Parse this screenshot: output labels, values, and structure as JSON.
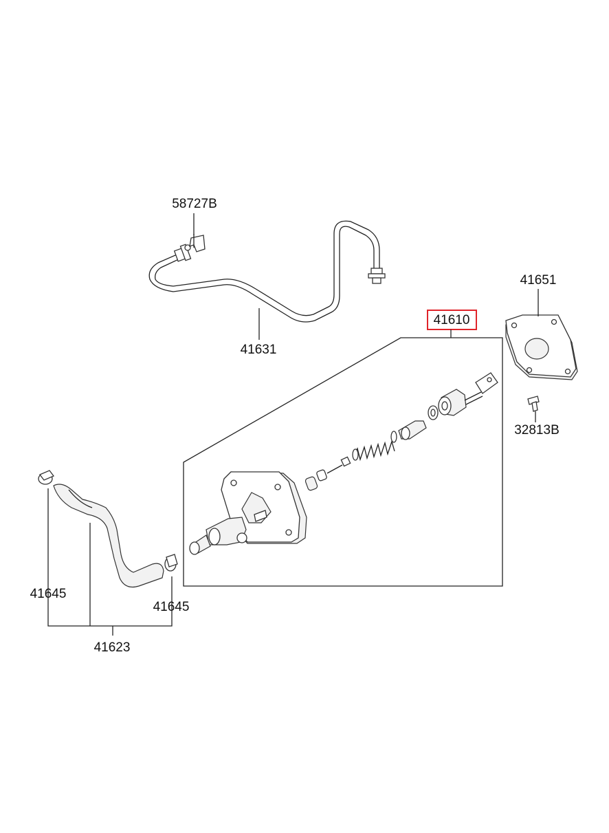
{
  "labels": {
    "bracket_58727B": "58727B",
    "tube_41631": "41631",
    "plate_41651": "41651",
    "master_cylinder_41610": "41610",
    "bolt_32813B": "32813B",
    "clamp_41645_left": "41645",
    "clamp_41645_right": "41645",
    "hose_41623": "41623"
  },
  "colors": {
    "highlight": "#e0242a",
    "line": "#222222"
  }
}
